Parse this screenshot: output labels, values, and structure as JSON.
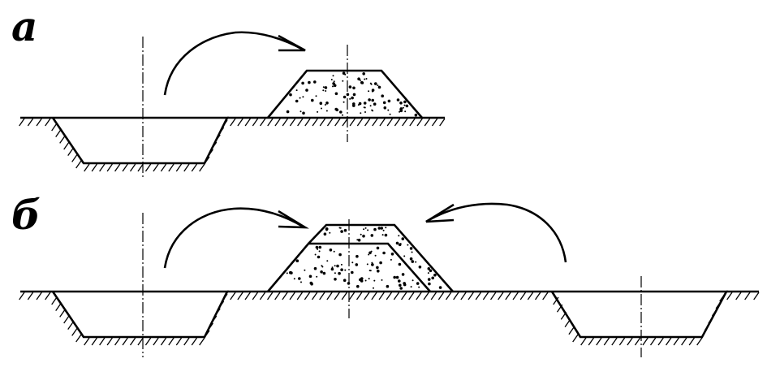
{
  "labels": {
    "a": "а",
    "b": "б"
  },
  "colors": {
    "ink": "#000000",
    "background": "#ffffff"
  },
  "parts": {
    "a": {
      "trenches": 1,
      "mound_layers": 1,
      "arrows": 1
    },
    "b": {
      "trenches": 2,
      "mound_layers": 2,
      "arrows": 2
    }
  }
}
